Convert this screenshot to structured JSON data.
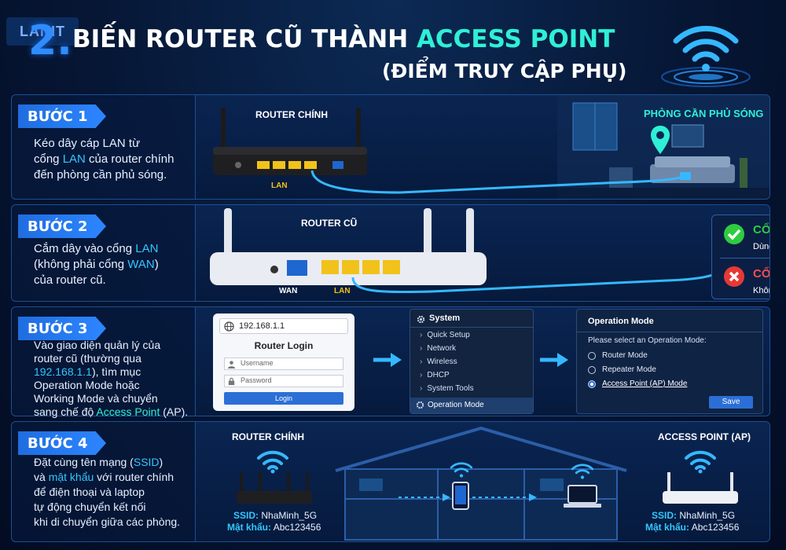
{
  "logo": "LANIT",
  "title": {
    "number": "2.",
    "line1_main": "BIẾN ROUTER CŨ THÀNH ",
    "line1_highlight": "ACCESS POINT",
    "line2": "(ĐIỂM TRUY CẬP PHỤ)"
  },
  "step1": {
    "badge": "BƯỚC 1",
    "text_a": "Kéo dây cáp LAN từ",
    "text_b1": "cổng ",
    "text_b_hl": "LAN",
    "text_b2": " của router chính",
    "text_c": "đến phòng cần phủ sóng.",
    "router_label": "ROUTER CHÍNH",
    "lan_label": "LAN",
    "room_label": "PHÒNG CẦN PHỦ SÓNG"
  },
  "step2": {
    "badge": "BƯỚC 2",
    "text_a1": "Cắm dây vào cổng ",
    "text_a_hl": "LAN",
    "text_b1": "(không phải cổng ",
    "text_b_hl": "WAN",
    "text_b2": ")",
    "text_c": "của router cũ.",
    "router_label": "ROUTER CŨ",
    "wan_label": "WAN",
    "lan_label": "LAN",
    "ok_title": "CỔNG LAN",
    "ok_desc": "Dùng để kết nối từ router chính",
    "no_title": "CỔNG WAN",
    "no_desc": "Không sử dụng cổng này"
  },
  "step3": {
    "badge": "BƯỚC 3",
    "text_a": "Vào giao diện quản lý của",
    "text_b": "router cũ (thường qua",
    "text_c_hl": "192.168.1.1",
    "text_c2": "), tìm mục",
    "text_d": "Operation Mode hoặc",
    "text_e": "Working Mode và chuyển",
    "text_f1": "sang chế độ ",
    "text_f_hl": "Access Point",
    "text_f2": " (AP).",
    "login": {
      "url": "192.168.1.1",
      "title": "Router Login",
      "username": "Username",
      "password": "Password",
      "button": "Login"
    },
    "menu": {
      "header": "System",
      "items": [
        "Quick Setup",
        "Network",
        "Wireless",
        "DHCP",
        "System Tools"
      ],
      "selected": "Operation Mode"
    },
    "mode": {
      "title": "Operation Mode",
      "prompt": "Please select an Operation Mode:",
      "options": [
        "Router Mode",
        "Repeater Mode",
        "Access Point (AP) Mode"
      ],
      "selected_index": 2,
      "button": "Save"
    }
  },
  "step4": {
    "badge": "BƯỚC 4",
    "text_a1": "Đặt cùng tên mạng (",
    "text_a_hl": "SSID",
    "text_a2": ")",
    "text_b1": "và ",
    "text_b_hl": "mật khẩu",
    "text_b2": " với router chính",
    "text_c": "để điện thoại và laptop",
    "text_d": "tự động chuyển kết nối",
    "text_e": "khi di chuyển giữa các phòng.",
    "left_label": "ROUTER CHÍNH",
    "right_label": "ACCESS POINT (AP)",
    "ssid_key": "SSID:",
    "ssid_value": "NhaMinh_5G",
    "pass_key": "Mật khẩu:",
    "pass_value": "Abc123456"
  },
  "colors": {
    "accent": "#2ff0d6",
    "link": "#33c7ff",
    "port_yellow": "#f2c21b",
    "ok_green": "#2ecc40",
    "no_red": "#e53935",
    "button_blue": "#2b6fd6"
  }
}
